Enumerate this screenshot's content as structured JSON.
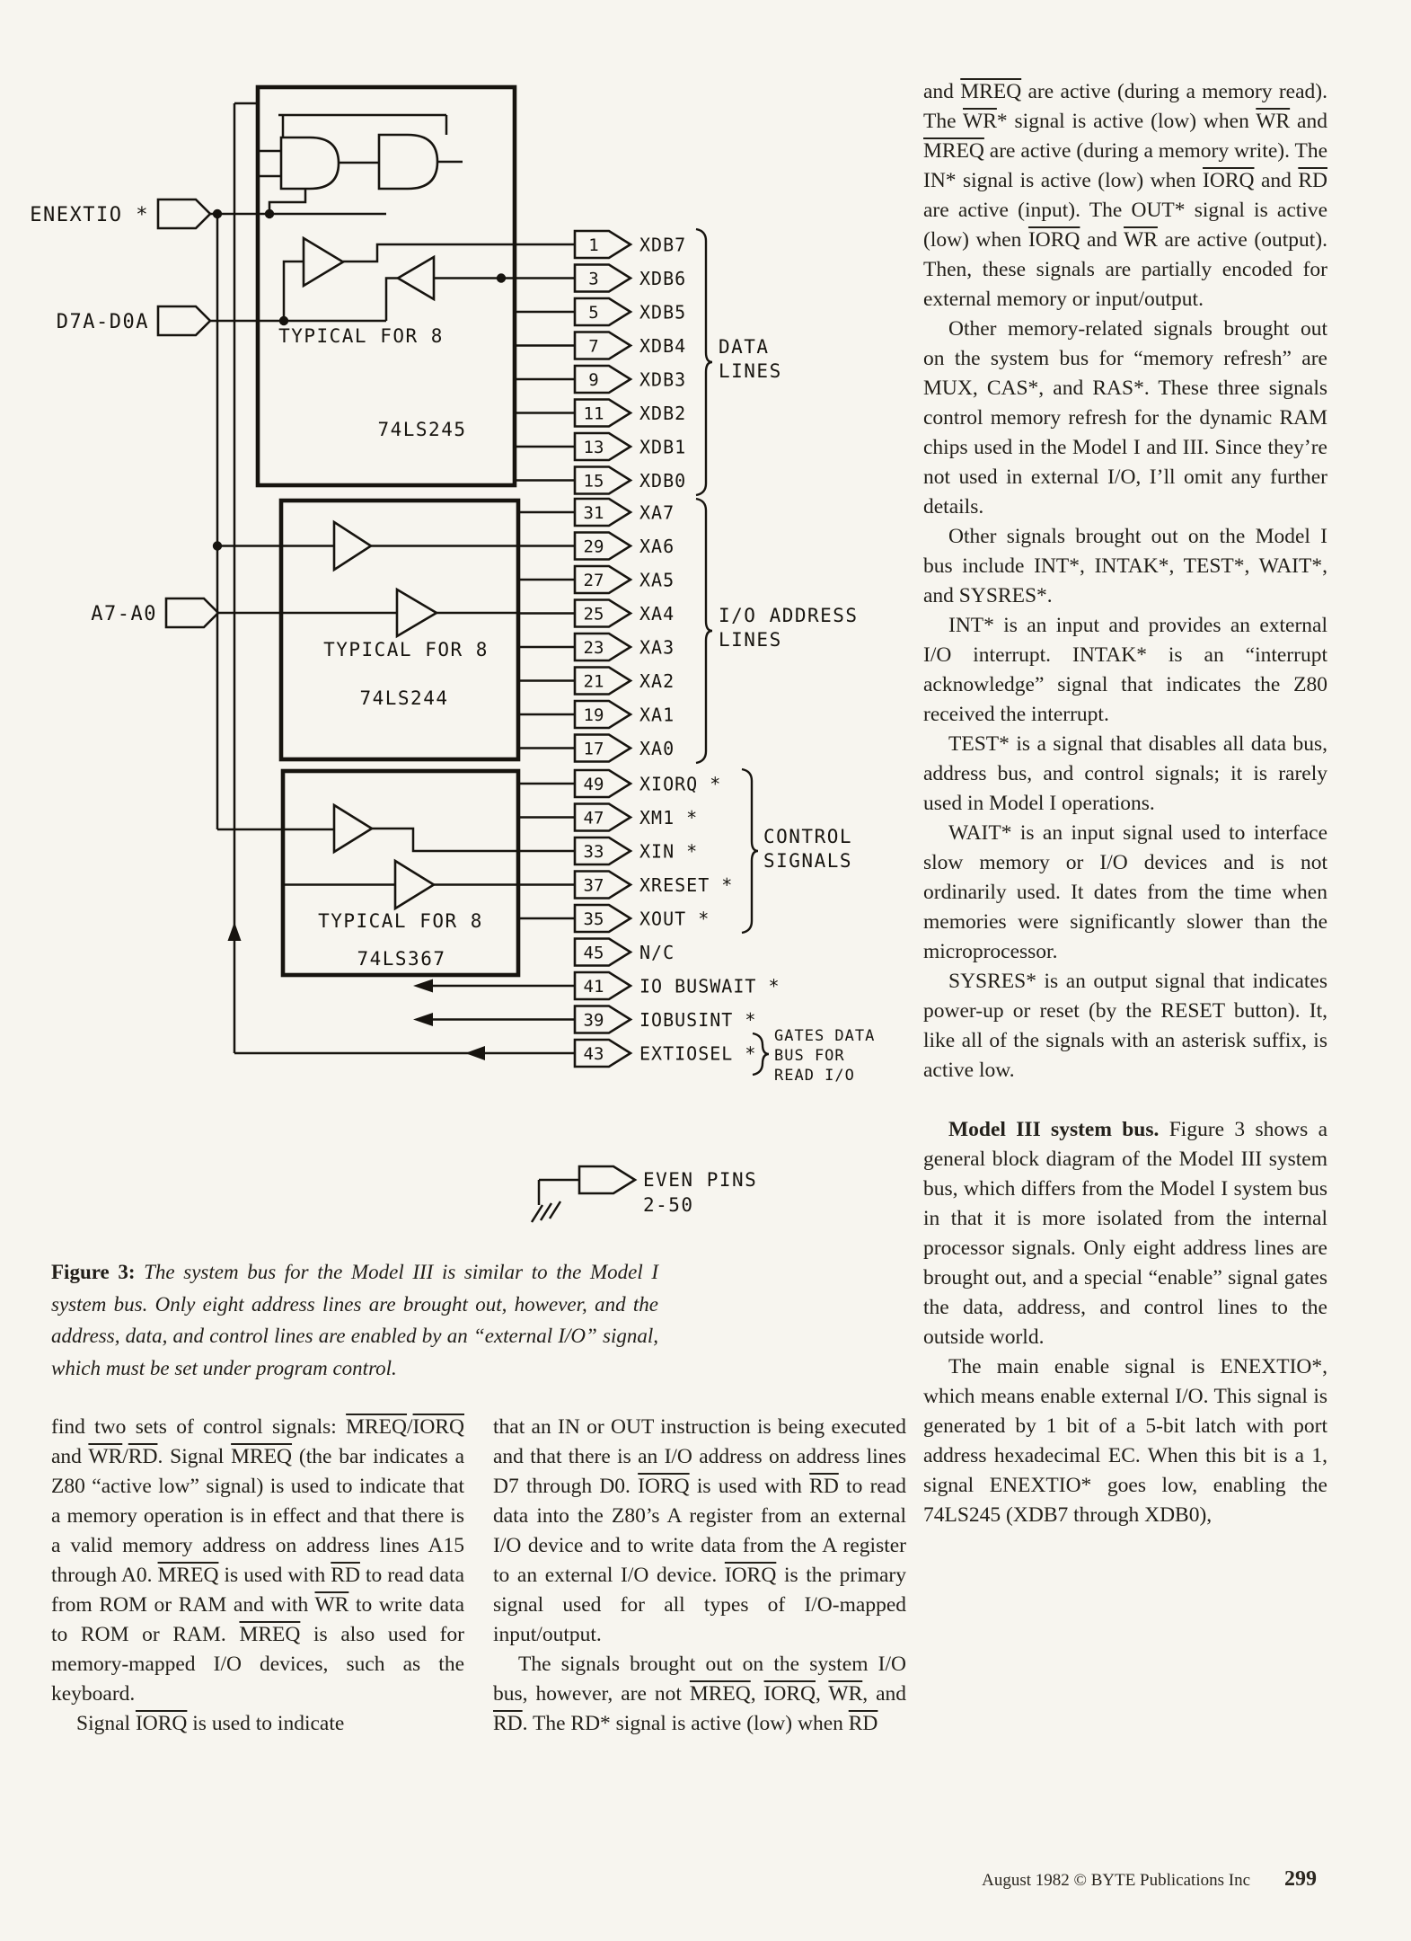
{
  "page": {
    "footer": {
      "credit": "August 1982 © BYTE Publications Inc",
      "page_number": "299"
    }
  },
  "figure": {
    "caption_label": "Figure 3:",
    "caption_text": "The system bus for the Model III is similar to the Model I system bus. Only eight address lines are brought out, however, and the address, data, and control lines are enabled by an “external I/O” signal, which must be set under program control.",
    "inputs": [
      {
        "label": "ENEXTIO *"
      },
      {
        "label": "D7A-D0A"
      },
      {
        "label": "A7-A0"
      }
    ],
    "chips": [
      {
        "name": "74LS245",
        "note": "TYPICAL FOR 8"
      },
      {
        "name": "74LS244",
        "note": "TYPICAL FOR 8"
      },
      {
        "name": "74LS367",
        "note": "TYPICAL FOR 8"
      }
    ],
    "pin_groups": [
      {
        "group_label": [
          "DATA",
          "LINES"
        ],
        "pins": [
          [
            "1",
            "XDB7"
          ],
          [
            "3",
            "XDB6"
          ],
          [
            "5",
            "XDB5"
          ],
          [
            "7",
            "XDB4"
          ],
          [
            "9",
            "XDB3"
          ],
          [
            "11",
            "XDB2"
          ],
          [
            "13",
            "XDB1"
          ],
          [
            "15",
            "XDB0"
          ]
        ]
      },
      {
        "group_label": [
          "I/O ADDRESS",
          "LINES"
        ],
        "pins": [
          [
            "31",
            "XA7"
          ],
          [
            "29",
            "XA6"
          ],
          [
            "27",
            "XA5"
          ],
          [
            "25",
            "XA4"
          ],
          [
            "23",
            "XA3"
          ],
          [
            "21",
            "XA2"
          ],
          [
            "19",
            "XA1"
          ],
          [
            "17",
            "XA0"
          ]
        ]
      },
      {
        "group_label": [
          "CONTROL",
          "SIGNALS"
        ],
        "pins": [
          [
            "49",
            "XIORQ *"
          ],
          [
            "47",
            "XM1 *"
          ],
          [
            "33",
            "XIN *"
          ],
          [
            "37",
            "XRESET *"
          ],
          [
            "35",
            "XOUT *"
          ]
        ]
      },
      {
        "group_label": null,
        "note_label": [
          "GATES DATA",
          "BUS FOR",
          "READ I/O"
        ],
        "pins": [
          [
            "45",
            "N/C"
          ],
          [
            "41",
            "IO BUSWAIT *"
          ],
          [
            "39",
            "IOBUSINT *"
          ],
          [
            "43",
            "EXTIOSEL *"
          ]
        ]
      }
    ],
    "even_pins": {
      "line1": "EVEN PINS",
      "line2": "2-50"
    }
  },
  "article": {
    "columns": [
      {
        "name": "column-1",
        "paragraphs": [
          {
            "indent": false,
            "segments": [
              {
                "t": "find two sets of control signals: "
              },
              {
                "t": "MREQ",
                "o": 1
              },
              {
                "t": "/"
              },
              {
                "t": "IORQ",
                "o": 1
              },
              {
                "t": " and "
              },
              {
                "t": "WR",
                "o": 1
              },
              {
                "t": "/"
              },
              {
                "t": "RD",
                "o": 1
              },
              {
                "t": ". Signal "
              },
              {
                "t": "MREQ",
                "o": 1
              },
              {
                "t": " (the bar indicates a Z80 “active low” signal) is used to indicate that a memory operation is in effect and that there is a valid memory address on address lines A15 through A0. "
              },
              {
                "t": "MREQ",
                "o": 1
              },
              {
                "t": " is used with "
              },
              {
                "t": "RD",
                "o": 1
              },
              {
                "t": " to read data from ROM or RAM and with "
              },
              {
                "t": "WR",
                "o": 1
              },
              {
                "t": " to write data to ROM or RAM. "
              },
              {
                "t": "MREQ",
                "o": 1
              },
              {
                "t": " is also used for memory-mapped I/O devices, such as the keyboard."
              }
            ]
          },
          {
            "indent": true,
            "segments": [
              {
                "t": "Signal "
              },
              {
                "t": "IORQ",
                "o": 1
              },
              {
                "t": " is used to indicate"
              }
            ]
          }
        ]
      },
      {
        "name": "column-2",
        "paragraphs": [
          {
            "indent": false,
            "segments": [
              {
                "t": "that an IN or OUT instruction is being executed and that there is an I/O address on address lines D7 through D0. "
              },
              {
                "t": "IORQ",
                "o": 1
              },
              {
                "t": " is used with "
              },
              {
                "t": "RD",
                "o": 1
              },
              {
                "t": " to read data into the Z80’s A register from an external I/O device and to write data from the A register to an external I/O device. "
              },
              {
                "t": "IORQ",
                "o": 1
              },
              {
                "t": " is the primary signal used for all types of I/O-mapped input/output."
              }
            ]
          },
          {
            "indent": true,
            "segments": [
              {
                "t": "The signals brought out on the system I/O bus, however, are not "
              },
              {
                "t": "MREQ",
                "o": 1
              },
              {
                "t": ", "
              },
              {
                "t": "IORQ",
                "o": 1
              },
              {
                "t": ", "
              },
              {
                "t": "WR",
                "o": 1
              },
              {
                "t": ", and "
              },
              {
                "t": "RD",
                "o": 1
              },
              {
                "t": ". The RD* signal is active (low) when "
              },
              {
                "t": "RD",
                "o": 1
              }
            ]
          }
        ]
      },
      {
        "name": "column-3",
        "paragraphs": [
          {
            "indent": false,
            "segments": [
              {
                "t": "and "
              },
              {
                "t": "MREQ",
                "o": 1
              },
              {
                "t": " are active (during a memory read). The "
              },
              {
                "t": "WR",
                "o": 1
              },
              {
                "t": "* signal is active (low) when "
              },
              {
                "t": "WR",
                "o": 1
              },
              {
                "t": " and "
              },
              {
                "t": "MREQ",
                "o": 1
              },
              {
                "t": " are active (during a memory write). The IN* signal is active (low) when "
              },
              {
                "t": "IORQ",
                "o": 1
              },
              {
                "t": " and "
              },
              {
                "t": "RD",
                "o": 1
              },
              {
                "t": " are active (input). The OUT* signal is active (low) when "
              },
              {
                "t": "IORQ",
                "o": 1
              },
              {
                "t": " and "
              },
              {
                "t": "WR",
                "o": 1
              },
              {
                "t": " are active (output). Then, these signals are partially encoded for external memory or input/output."
              }
            ]
          },
          {
            "indent": true,
            "segments": [
              {
                "t": "Other memory-related signals brought out on the system bus for “memory refresh” are MUX, CAS*, and RAS*. These three signals control memory refresh for the dynamic RAM chips used in the Model I and III. Since they’re not used in external I/O, I’ll omit any further details."
              }
            ]
          },
          {
            "indent": true,
            "segments": [
              {
                "t": "Other signals brought out on the Model I bus include INT*, INTAK*, TEST*, WAIT*, and SYSRES*."
              }
            ]
          },
          {
            "indent": true,
            "segments": [
              {
                "t": "INT* is an input and provides an external I/O interrupt. INTAK* is an “interrupt acknowledge” signal that indicates the Z80 received the interrupt."
              }
            ]
          },
          {
            "indent": true,
            "segments": [
              {
                "t": "TEST* is a signal that disables all data bus, address bus, and control signals; it is rarely used in Model I operations."
              }
            ]
          },
          {
            "indent": true,
            "segments": [
              {
                "t": "WAIT* is an input signal used to interface slow memory or I/O devices and is not ordinarily used. It dates from the time when memories were significantly slower than the microprocessor."
              }
            ]
          },
          {
            "indent": true,
            "segments": [
              {
                "t": "SYSRES* is an output signal that indicates power-up or reset (by the RESET button). It, like all of the signals with an asterisk suffix, is active low."
              }
            ]
          },
          {
            "indent": true,
            "space_before": true,
            "segments": [
              {
                "t": "Model III system bus.",
                "b": 1
              },
              {
                "t": " Figure 3 shows a general block diagram of the Model III system bus, which differs from the Model I system bus in that it is more isolated from the internal processor signals. Only eight address lines are brought out, and a special “enable” signal gates the data, address, and control lines to the outside world."
              }
            ]
          },
          {
            "indent": true,
            "segments": [
              {
                "t": "The main enable signal is ENEXTIO*, which means enable external I/O. This signal is generated by 1 bit of a 5-bit latch with port address hexadecimal EC. When this bit is a 1, signal ENEXTIO* goes low, enabling the 74LS245 (XDB7 through XDB0),"
              }
            ]
          }
        ]
      }
    ]
  }
}
